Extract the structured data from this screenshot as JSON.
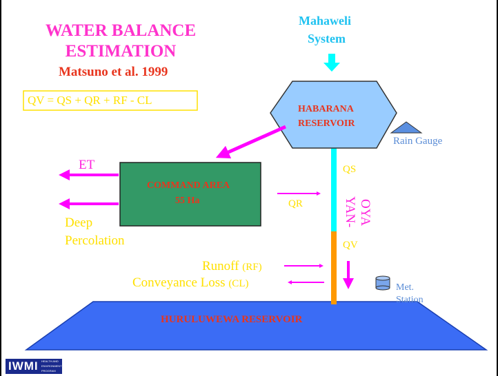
{
  "title_line1": "WATER BALANCE",
  "title_line2": "ESTIMATION",
  "citation": "Matsuno et al. 1999",
  "equation": "QV = QS + QR + RF - CL",
  "source_line1": "Mahaweli",
  "source_line2": "System",
  "reservoir_top_line1": "HABARANA",
  "reservoir_top_line2": "RESERVOIR",
  "rain_gauge": "Rain Gauge",
  "et_label": "ET",
  "deep_line1": "Deep",
  "deep_line2": "Percolation",
  "command_line1": "COMMAND AREA",
  "command_line2": "55 Ha",
  "qr_label": "QR",
  "qs_label": "QS",
  "qv_label": "QV",
  "river_line1": "YAN-",
  "river_line2": "OYA",
  "runoff_label": "Runoff",
  "runoff_abbr": "(RF)",
  "conveyance_label": "Conveyance Loss",
  "conveyance_abbr": "(CL)",
  "met_line1": "Met.",
  "met_line2": "Station",
  "reservoir_bottom": "HURULUWEWA RESERVOIR",
  "logo_text": "IWMI",
  "logo_sub1": "HEALTH AND",
  "logo_sub2": "ENVIRONMENT",
  "logo_sub3": "PROGRAM",
  "colors": {
    "title": "#ff33cc",
    "reservoir": "#99ccff",
    "command_area": "#339966",
    "channel_upper": "#00ffff",
    "channel_lower": "#ff9900",
    "bottom_reservoir": "#3366ff",
    "arrows": "#ff00ff"
  }
}
